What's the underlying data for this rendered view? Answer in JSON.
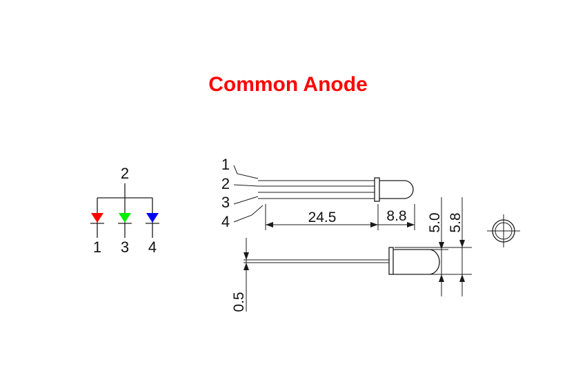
{
  "title": {
    "text": "Common Anode",
    "color": "#ff0000"
  },
  "schematic": {
    "common_pin": "2",
    "diodes": [
      {
        "pin": "1",
        "color": "#ff0000"
      },
      {
        "pin": "3",
        "color": "#00ee00"
      },
      {
        "pin": "4",
        "color": "#0000ff"
      }
    ]
  },
  "side_view": {
    "pin_labels": [
      "1",
      "2",
      "3",
      "4"
    ],
    "dim_lead_length": "24.5",
    "dim_body_length": "8.8",
    "dim_body_diameter": "5.0",
    "dim_flange_diameter": "5.8",
    "dim_lead_width": "0.5"
  }
}
